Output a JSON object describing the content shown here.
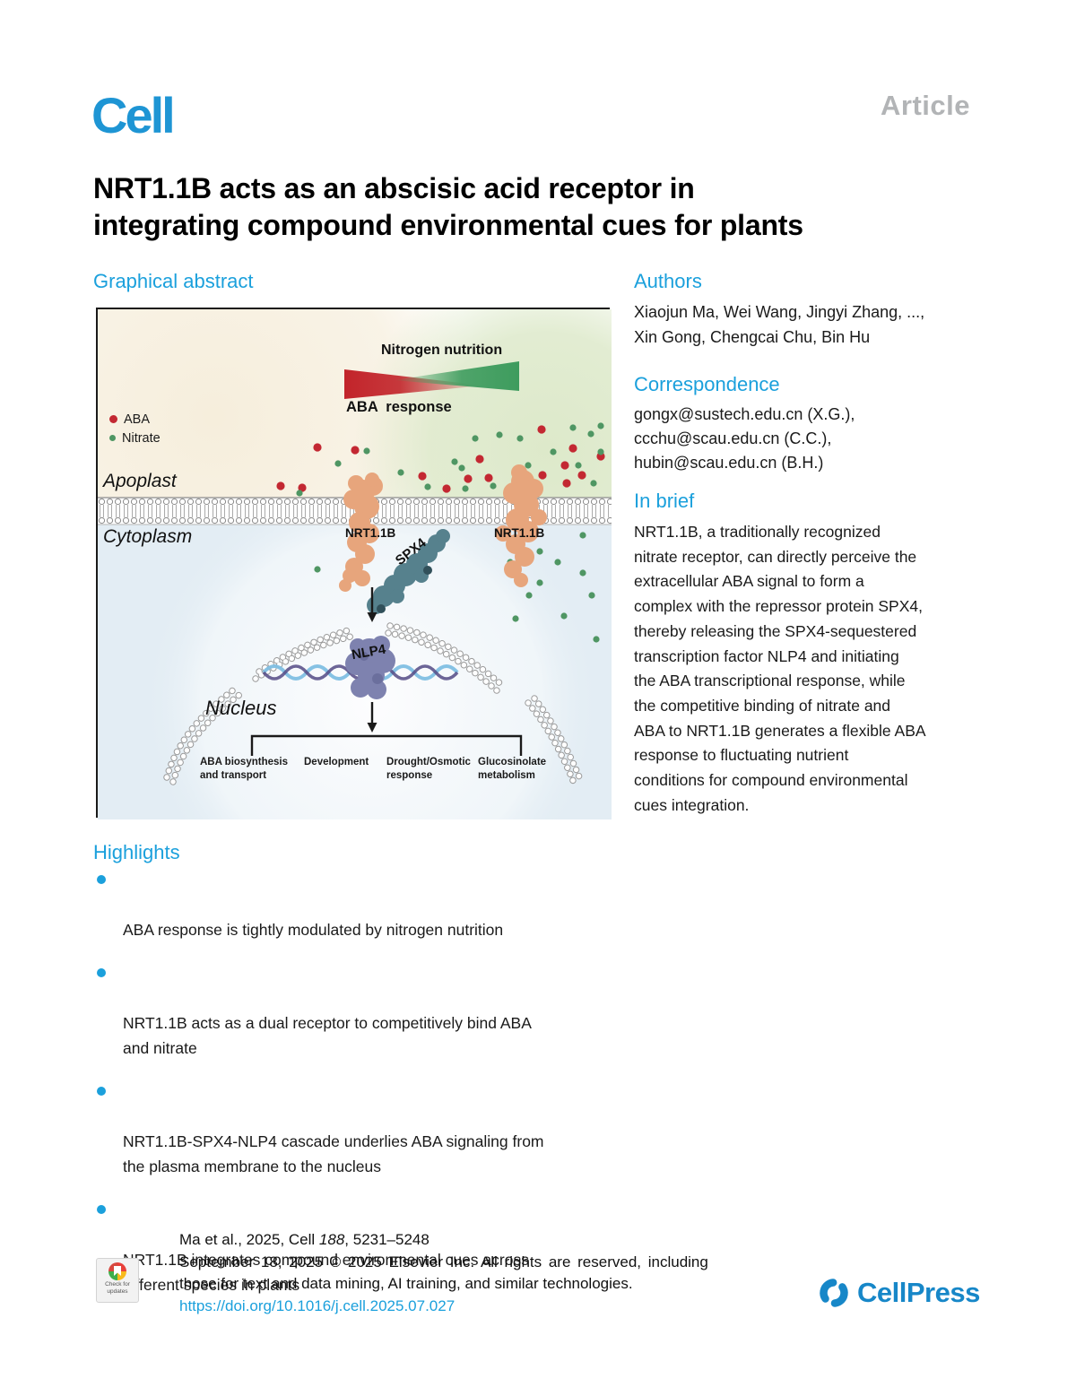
{
  "header": {
    "journal_logo": "Cell",
    "article_label": "Article"
  },
  "title": "NRT1.1B acts as an abscisic acid receptor in\nintegrating compound environmental cues for plants",
  "graphical_abstract": {
    "heading": "Graphical abstract",
    "figure": {
      "nitrogen_label": "Nitrogen nutrition",
      "aba_response_label": "ABA  response",
      "legend": [
        {
          "label": "ABA",
          "color": "#c32832"
        },
        {
          "label": "Nitrate",
          "color": "#4f9663"
        }
      ],
      "apoplast_label": "Apoplast",
      "cytoplasm_label": "Cytoplasm",
      "nrt_label_left": "NRT1.1B",
      "nrt_label_right": "NRT1.1B",
      "spx4_label": "SPX4",
      "nlp4_label": "NLP4",
      "nucleus_label": "Nucleus",
      "outcomes": [
        {
          "text": "ABA biosynthesis\nand transport"
        },
        {
          "text": "Development"
        },
        {
          "text": "Drought/Osmotic\nresponse"
        },
        {
          "text": "Glucosinolate\nmetabolism"
        }
      ]
    }
  },
  "authors": {
    "heading": "Authors",
    "names": "Xiaojun Ma, Wei Wang, Jingyi Zhang, ...,\nXin Gong, Chengcai Chu, Bin Hu"
  },
  "correspondence": {
    "heading": "Correspondence",
    "emails": "gongx@sustech.edu.cn (X.G.),\nccchu@scau.edu.cn (C.C.),\nhubin@scau.edu.cn (B.H.)"
  },
  "in_brief": {
    "heading": "In brief",
    "text": "NRT1.1B, a traditionally recognized\nnitrate receptor, can directly perceive the\nextracellular ABA signal to form a\ncomplex with the repressor protein SPX4,\nthereby releasing the SPX4-sequestered\ntranscription factor NLP4 and initiating\nthe ABA transcriptional response, while\nthe competitive binding of nitrate and\nABA to NRT1.1B generates a flexible ABA\nresponse to fluctuating nutrient\nconditions for compound environmental\ncues integration."
  },
  "highlights": {
    "heading": "Highlights",
    "items": [
      {
        "text": "ABA response is tightly modulated by nitrogen nutrition"
      },
      {
        "text": "NRT1.1B acts as a dual receptor to competitively bind ABA\nand nitrate"
      },
      {
        "text": "NRT1.1B-SPX4-NLP4 cascade underlies ABA signaling from\nthe plasma membrane to the nucleus"
      },
      {
        "text": "NRT1.1B integrates compound environmental cues across\ndifferent species in plants"
      }
    ]
  },
  "footer": {
    "citation_prefix": "Ma et al., 2025, Cell ",
    "citation_volume": "188",
    "citation_pages": ", 5231–5248",
    "line2": "September 18, 2025 © 2025 Elsevier Inc. All rights are reserved, including",
    "line3": "those for text and data mining, AI training, and similar technologies.",
    "doi": "https://doi.org/10.1016/j.cell.2025.07.027",
    "badge_line1": "Check for",
    "badge_line2": "updates",
    "publisher": "CellPress"
  },
  "colors": {
    "accent_blue": "#1ba0dc",
    "logo_blue": "#1e95d4",
    "publisher_blue": "#1787c8",
    "article_gray": "#b2b4b6",
    "aba_red": "#c32832",
    "nitrate_green": "#4f9663",
    "protein_orange": "#e7a57c",
    "spx4_teal": "#56818d",
    "nlp4_purple": "#7e82af"
  }
}
